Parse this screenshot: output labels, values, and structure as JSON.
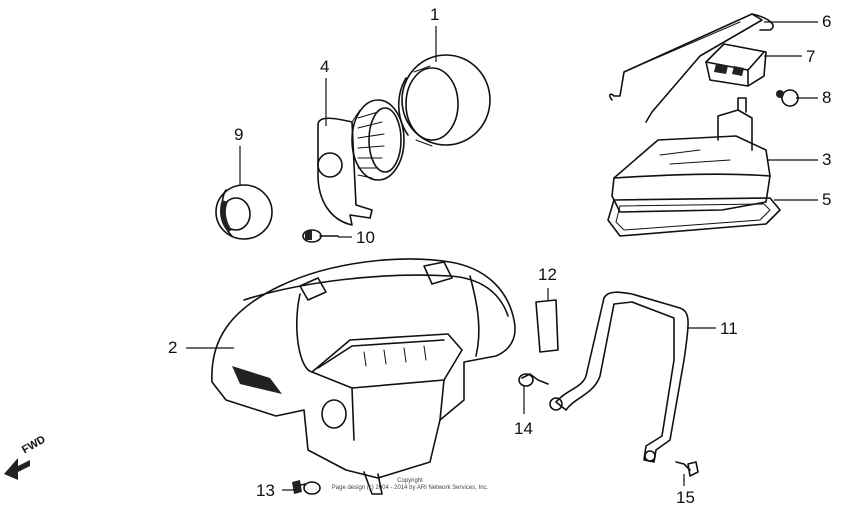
{
  "diagram": {
    "callouts": [
      "1",
      "2",
      "3",
      "4",
      "5",
      "6",
      "7",
      "8",
      "9",
      "10",
      "11",
      "12",
      "13",
      "14",
      "15"
    ],
    "fwd_label": "FWD",
    "copyright": {
      "line1": "Copyright",
      "line2": "Page design (c) 2004 - 2014 by ARI Network Services, Inc."
    }
  }
}
